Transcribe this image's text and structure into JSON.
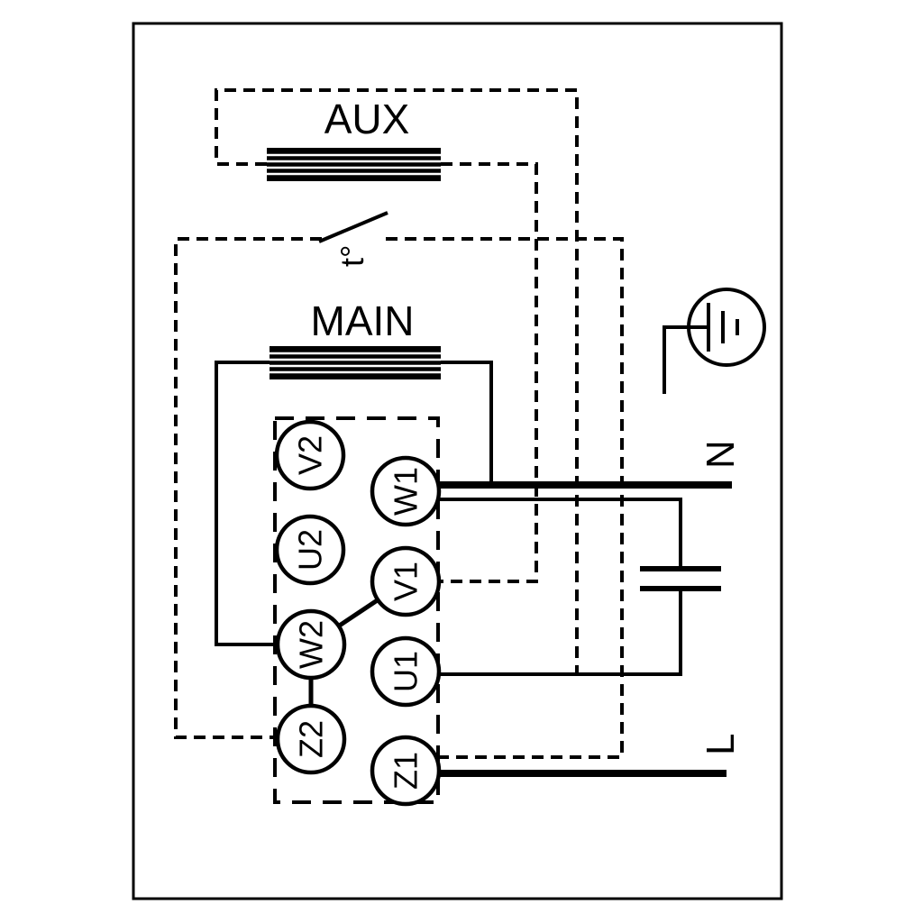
{
  "diagram": {
    "windings": {
      "aux": "AUX",
      "main": "MAIN"
    },
    "thermal_switch_label": "t°",
    "power_lines": {
      "neutral": "N",
      "live": "L"
    },
    "terminal_block": {
      "left_column": [
        "V2",
        "U2",
        "W2",
        "Z2"
      ],
      "right_column": [
        "W1",
        "V1",
        "U1",
        "Z1"
      ]
    },
    "colors": {
      "stroke": "#000000",
      "background": "#ffffff"
    }
  }
}
